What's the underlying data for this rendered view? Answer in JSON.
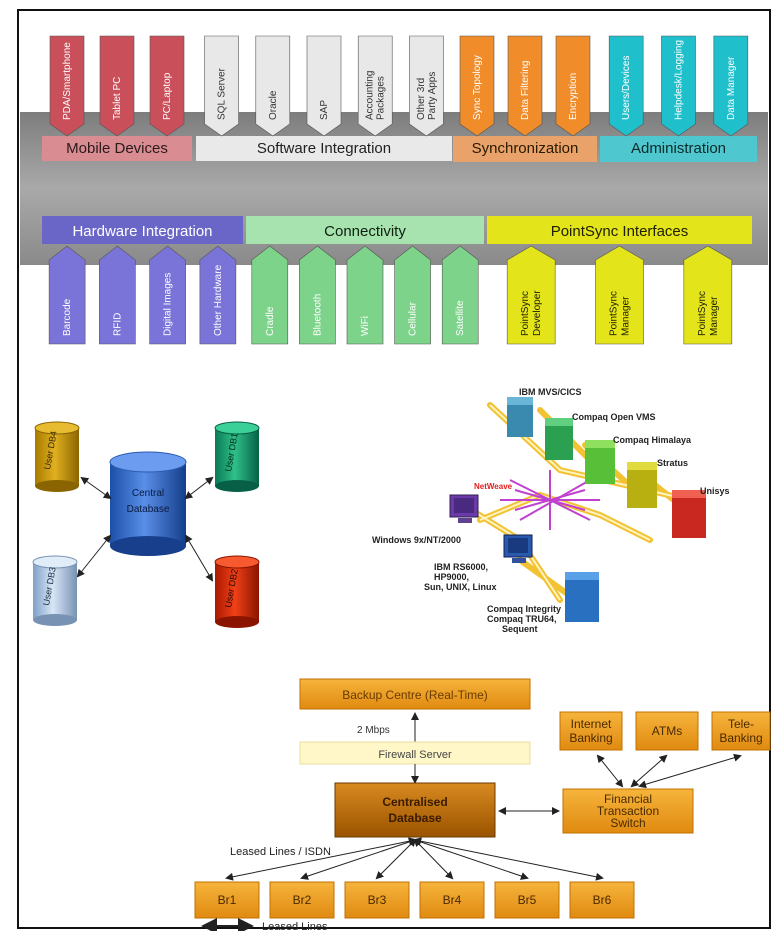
{
  "top": {
    "groups_top": [
      {
        "label": "Mobile Devices",
        "color": "#c9505a",
        "label_bg": "#d98c92",
        "label_color": "#2a1a1a",
        "items": [
          "PDA/Smartphone",
          "Tablet PC",
          "PC/Laptop"
        ]
      },
      {
        "label": "Software Integration",
        "color": "#e8e8e8",
        "label_bg": "#e9e9e9",
        "label_color": "#222222",
        "items": [
          "SQL Server",
          "Oracle",
          "SAP",
          "Accounting Packages",
          "Other 3rd Party Apps"
        ]
      },
      {
        "label": "Synchronization",
        "color": "#f08c2a",
        "label_bg": "#e9a36a",
        "label_color": "#2a1a00",
        "items": [
          "Sync Topology",
          "Data Filtering",
          "Encryption"
        ]
      },
      {
        "label": "Administration",
        "color": "#1fc0cc",
        "label_bg": "#4fc7ce",
        "label_color": "#0a2a2a",
        "items": [
          "Users/Devices",
          "Helpdesk/Logging",
          "Data Manager"
        ]
      }
    ],
    "groups_bottom": [
      {
        "label": "Hardware Integration",
        "color": "#7a74d8",
        "label_bg": "#6a66c8",
        "label_color": "#ffffff",
        "items": [
          "Barcode",
          "RFID",
          "Digital Images",
          "Other Hardware"
        ]
      },
      {
        "label": "Connectivity",
        "color": "#7ed38a",
        "label_bg": "#a6e3ae",
        "label_color": "#102010",
        "items": [
          "Cradle",
          "Bluetooth",
          "WiFi",
          "Cellular",
          "Satellite"
        ]
      },
      {
        "label": "PointSync Interfaces",
        "color": "#e4e41a",
        "label_bg": "#e4e41a",
        "label_color": "#202000",
        "items": [
          "PointSync Developer",
          "PointSync Manager",
          "PointSync Manager"
        ]
      }
    ]
  },
  "db": {
    "central": "Central Database",
    "db1": "User DB1",
    "db2": "User DB2",
    "db3": "User DB3",
    "db4": "User DB4"
  },
  "network": {
    "ibm_mvs": "IBM MVS/CICS",
    "compaq_vms": "Compaq Open VMS",
    "compaq_himalaya": "Compaq Himalaya",
    "stratus": "Stratus",
    "unisys": "Unisys",
    "netweave": "NetWeave",
    "windows": "Windows 9x/NT/2000",
    "ibm_rs": "IBM RS6000, HP9000, Sun, UNIX, Linux",
    "compaq_integrity": "Compaq Integrity Compaq TRU64, Sequent"
  },
  "bank": {
    "backup": "Backup Centre (Real-Time)",
    "speed": "2 Mbps",
    "firewall": "Firewall Server",
    "central": "Centralised Database",
    "internet": "Internet Banking",
    "atms": "ATMs",
    "tele": "Tele-Banking",
    "switch": "Financial Transaction Switch",
    "leased_isdn": "Leased Lines / ISDN",
    "branches": [
      "Br1",
      "Br2",
      "Br3",
      "Br4",
      "Br5",
      "Br6"
    ],
    "leased": "Leased Lines"
  }
}
